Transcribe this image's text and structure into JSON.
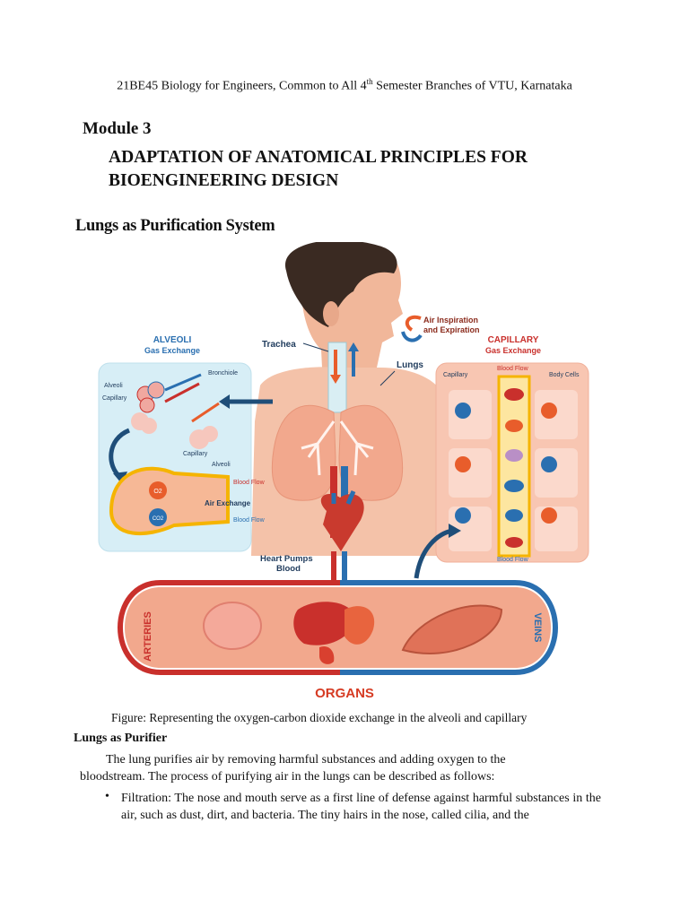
{
  "header": {
    "course": "21BE45 Biology for Engineers, Common to All 4",
    "sup": "th",
    "rest": " Semester Branches of VTU, Karnataka"
  },
  "module": "Module 3",
  "title": "ADAPTATION OF ANATOMICAL PRINCIPLES FOR BIOENGINEERING DESIGN",
  "section_title": "Lungs as Purification System",
  "figure": {
    "alveoli_title": "ALVEOLI",
    "alveoli_sub": "Gas Exchange",
    "capillary_title": "CAPILLARY",
    "capillary_sub": "Gas Exchange",
    "trachea": "Trachea",
    "lungs": "Lungs",
    "air_line1": "Air Inspiration",
    "air_line2": "and Expiration",
    "heart_line1": "Heart Pumps",
    "heart_line2": "Blood",
    "arteries": "ARTERIES",
    "veins": "VEINS",
    "organs": "ORGANS",
    "alveoli_label": "Alveoli",
    "capillary_label": "Capillary",
    "bronchiole": "Bronchiole",
    "capillary_label2": "Capillary",
    "alveoli_label2": "Alveoli",
    "blood_flow": "Blood Flow",
    "air_exchange": "Air Exchange",
    "blood_flow2": "Blood Flow",
    "cap_capillary": "Capillary",
    "cap_blood_flow": "Blood Flow",
    "cap_body_cells": "Body Cells",
    "cap_blood_flow_bottom": "Blood Flow",
    "o2": "O2",
    "co2": "CO2"
  },
  "caption": "Figure: Representing the oxygen-carbon dioxide exchange in the alveoli and capillary",
  "subheading": "Lungs as Purifier",
  "paragraph_line1": "The lung purifies air by removing harmful substances and adding oxygen to the",
  "paragraph_line2": "bloodstream. The process of purifying air in the lungs can be described as follows:",
  "bullet_text": "Filtration: The nose and mouth serve as a first line of defense against harmful substances in the air, such as dust, dirt, and bacteria. The tiny hairs in the nose, called cilia, and the"
}
